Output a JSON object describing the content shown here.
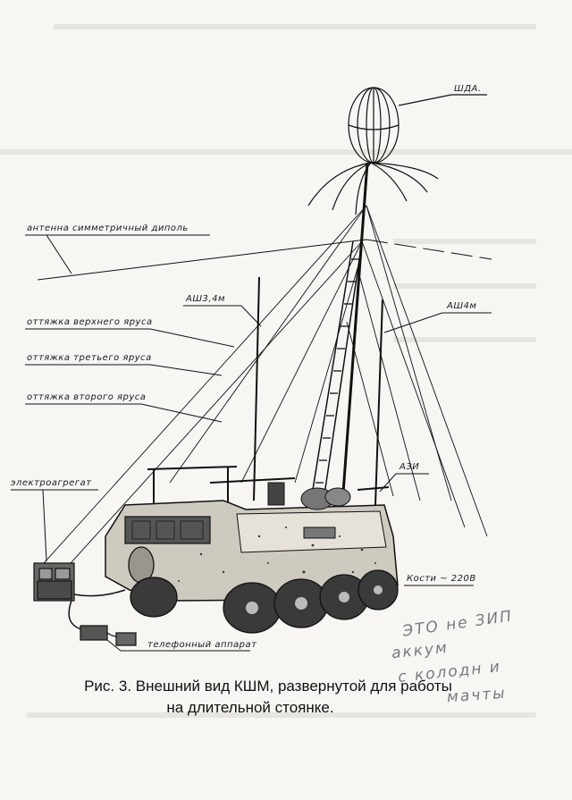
{
  "labels": {
    "shda": "ШДА.",
    "dipole": "антенна симметричный диполь",
    "ash34m": "АШ3,4м",
    "ash4m": "АШ4м",
    "upper_tier": "оттяжка верхнего яруса",
    "third_tier": "оттяжка третьего яруса",
    "second_tier": "оттяжка второго яруса",
    "azi": "АЗИ",
    "generator": "электроагрегат",
    "kosti": "Кости ~ 220В",
    "telephone": "телефонный аппарат"
  },
  "caption": {
    "line1": "Рис. 3. Внешний вид КШМ, развернутой для работы",
    "line2": "на длительной стоянке."
  },
  "handwriting": {
    "line1": "ЭТО не ЗИП",
    "line2": "аккум",
    "line3": "с колодн и",
    "line4": "мачты"
  }
}
